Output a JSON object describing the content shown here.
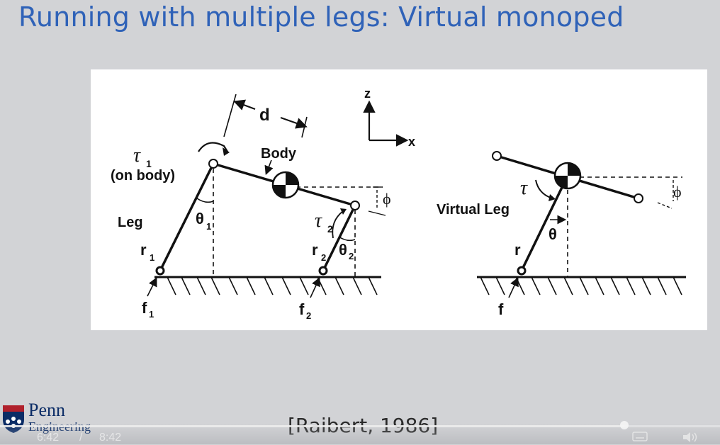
{
  "slide": {
    "title": "Running with multiple legs:  Virtual monoped",
    "citation": "[Raibert, 1986]"
  },
  "logo": {
    "name": "Penn",
    "sub": "Engineering"
  },
  "diagram": {
    "d": "d",
    "z": "z",
    "x": "x",
    "tau1": "τ",
    "tau1_sub": "1",
    "on_body": "(on body)",
    "body": "Body",
    "leg": "Leg",
    "theta1": "θ",
    "theta1_sub": "1",
    "r1": "r",
    "r1_sub": "1",
    "f1": "f",
    "f1_sub": "1",
    "tau2": "τ",
    "tau2_sub": "2",
    "phi": "ϕ",
    "r2": "r",
    "r2_sub": "2",
    "theta2": "θ",
    "theta2_sub": "2",
    "f2": "f",
    "f2_sub": "2",
    "tau": "τ",
    "virtual_leg": "Virtual Leg",
    "theta": "θ",
    "r": "r",
    "phi_right": "ϕ",
    "f": "f"
  },
  "player": {
    "current_time": "6:42",
    "separator": "/",
    "total_time": "8:42",
    "progress": 0.867,
    "icons": [
      "subtitles-icon",
      "volume-icon"
    ]
  }
}
